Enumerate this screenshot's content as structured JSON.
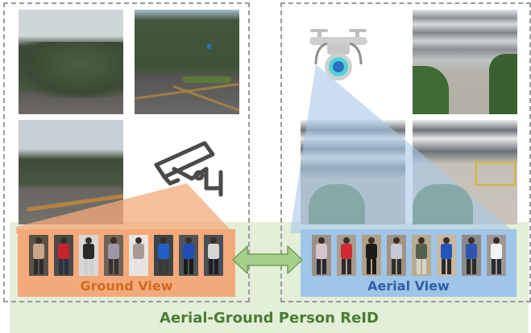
{
  "title": "Aerial-Ground Person ReID",
  "ground": {
    "label": "Ground View",
    "label_color": "#d26a1e",
    "panel_color": "#f4a97a",
    "icon": "cctv-camera-icon",
    "person_tiles": [
      {
        "shirt": "#c9a58a",
        "pants": "#2b2b2b",
        "bg": "#5a5148"
      },
      {
        "shirt": "#c8222d",
        "pants": "#2a3140",
        "bg": "#4a4a48"
      },
      {
        "shirt": "#2a2a2a",
        "pants": "#cfcfcf",
        "bg": "#d8d8d6"
      },
      {
        "shirt": "#9c98a8",
        "pants": "#3a3230",
        "bg": "#6e625a"
      },
      {
        "shirt": "#a99a98",
        "pants": "#e6e2e2",
        "bg": "#e8e6e4"
      },
      {
        "shirt": "#1f5fc7",
        "pants": "#3a3a3a",
        "bg": "#3f4446"
      },
      {
        "shirt": "#1e4fb8",
        "pants": "#1b1b1b",
        "bg": "#505457"
      },
      {
        "shirt": "#d8d6d2",
        "pants": "#1d1f24",
        "bg": "#4a4e56"
      }
    ]
  },
  "aerial": {
    "label": "Aerial View",
    "label_color": "#2e5fa6",
    "panel_color": "#9fc5e8",
    "icon": "drone-icon",
    "person_tiles": [
      {
        "shirt": "#d6c4cc",
        "pants": "#2a2a34",
        "bg": "#9b9189"
      },
      {
        "shirt": "#cf2b35",
        "pants": "#2a2a2a",
        "bg": "#a79d8e"
      },
      {
        "shirt": "#1c1a1a",
        "pants": "#1c1a1a",
        "bg": "#b0a08a"
      },
      {
        "shirt": "#c6c8d6",
        "pants": "#2e2e2e",
        "bg": "#a09384"
      },
      {
        "shirt": "#556050",
        "pants": "#d9d3c6",
        "bg": "#b9ab90"
      },
      {
        "shirt": "#2356b8",
        "pants": "#2a2a2a",
        "bg": "#c9b8a0"
      },
      {
        "shirt": "#2f55b0",
        "pants": "#2a2a2a",
        "bg": "#8d8a86"
      },
      {
        "shirt": "#f2f2f2",
        "pants": "#2a2a34",
        "bg": "#9c9894"
      }
    ]
  },
  "arrow": {
    "icon": "double-arrow-icon",
    "fill": "#a6d08a",
    "stroke": "#6e9e55"
  },
  "title_color": "#4a7d33"
}
